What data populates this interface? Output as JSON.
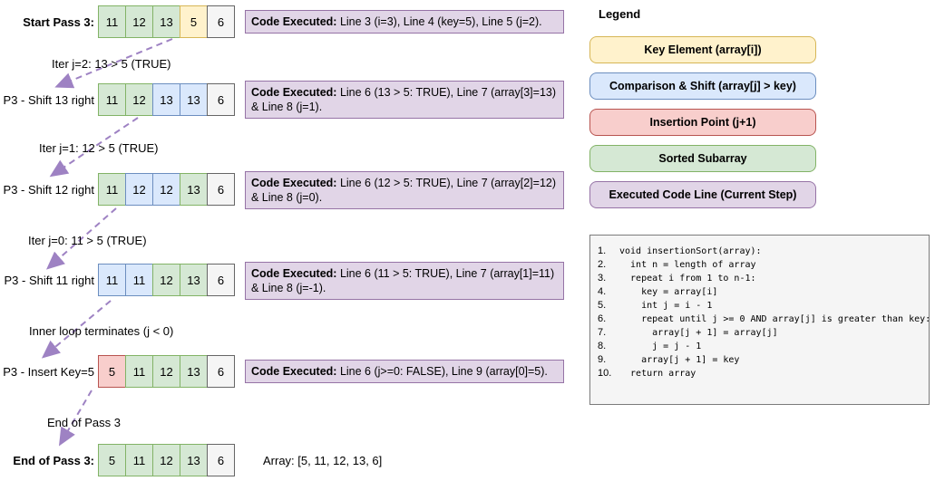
{
  "colors": {
    "sorted": {
      "fill": "#d5e8d4",
      "border": "#82b366"
    },
    "key": {
      "fill": "#fff2cc",
      "border": "#d6b656"
    },
    "shift": {
      "fill": "#dae8fc",
      "border": "#6c8ebf"
    },
    "insert": {
      "fill": "#f8cecc",
      "border": "#b85450"
    },
    "plain": {
      "fill": "#f5f5f5",
      "border": "#666666"
    },
    "executed": {
      "fill": "#e1d5e7",
      "border": "#9673a6"
    },
    "arrow": "#9e82c3"
  },
  "steps": [
    {
      "label": "Start Pass 3:",
      "bold": true,
      "cells": [
        {
          "value": "11",
          "type": "sorted"
        },
        {
          "value": "12",
          "type": "sorted"
        },
        {
          "value": "13",
          "type": "sorted"
        },
        {
          "value": "5",
          "type": "key"
        },
        {
          "value": "6",
          "type": "plain"
        }
      ],
      "code_prefix": "Code Executed:",
      "code_lines": [
        "Line 3 (i=3), Line 4 (key=5), Line 5 (j=2)."
      ]
    },
    {
      "label": "P3 - Shift 13 right",
      "bold": false,
      "cells": [
        {
          "value": "11",
          "type": "sorted"
        },
        {
          "value": "12",
          "type": "sorted"
        },
        {
          "value": "13",
          "type": "shift"
        },
        {
          "value": "13",
          "type": "shift"
        },
        {
          "value": "6",
          "type": "plain"
        }
      ],
      "code_prefix": "Code Executed:",
      "code_lines": [
        "Line 6 (13 > 5: TRUE), Line 7 (array[3]=13)",
        "& Line 8 (j=1)."
      ]
    },
    {
      "label": "P3 - Shift 12 right",
      "bold": false,
      "cells": [
        {
          "value": "11",
          "type": "sorted"
        },
        {
          "value": "12",
          "type": "shift"
        },
        {
          "value": "12",
          "type": "shift"
        },
        {
          "value": "13",
          "type": "sorted"
        },
        {
          "value": "6",
          "type": "plain"
        }
      ],
      "code_prefix": "Code Executed:",
      "code_lines": [
        "Line 6 (12 > 5: TRUE), Line 7 (array[2]=12)",
        "& Line 8 (j=0)."
      ]
    },
    {
      "label": "P3 - Shift 11 right",
      "bold": false,
      "cells": [
        {
          "value": "11",
          "type": "shift"
        },
        {
          "value": "11",
          "type": "shift"
        },
        {
          "value": "12",
          "type": "sorted"
        },
        {
          "value": "13",
          "type": "sorted"
        },
        {
          "value": "6",
          "type": "plain"
        }
      ],
      "code_prefix": "Code Executed:",
      "code_lines": [
        "Line 6 (11 > 5: TRUE), Line 7 (array[1]=11)",
        "& Line 8 (j=-1)."
      ]
    },
    {
      "label": "P3 - Insert Key=5",
      "bold": false,
      "cells": [
        {
          "value": "5",
          "type": "insert"
        },
        {
          "value": "11",
          "type": "sorted"
        },
        {
          "value": "12",
          "type": "sorted"
        },
        {
          "value": "13",
          "type": "sorted"
        },
        {
          "value": "6",
          "type": "plain"
        }
      ],
      "code_prefix": "Code Executed:",
      "code_lines": [
        "Line 6 (j>=0: FALSE), Line 9 (array[0]=5)."
      ]
    },
    {
      "label": "End of Pass 3:",
      "bold": true,
      "cells": [
        {
          "value": "5",
          "type": "sorted"
        },
        {
          "value": "11",
          "type": "sorted"
        },
        {
          "value": "12",
          "type": "sorted"
        },
        {
          "value": "13",
          "type": "sorted"
        },
        {
          "value": "6",
          "type": "plain"
        }
      ],
      "result_text": "Array: [5, 11, 12, 13, 6]"
    }
  ],
  "transitions": [
    {
      "label": "Iter j=2: 13 > 5 (TRUE)"
    },
    {
      "label": "Iter j=1: 12 > 5 (TRUE)"
    },
    {
      "label": "Iter j=0: 11 > 5 (TRUE)"
    },
    {
      "label": "Inner loop terminates (j < 0)"
    },
    {
      "label": "End of Pass 3"
    }
  ],
  "legend": {
    "title": "Legend",
    "items": [
      {
        "label": "Key Element (array[i])",
        "type": "key"
      },
      {
        "label": "Comparison & Shift (array[j] > key)",
        "type": "shift"
      },
      {
        "label": "Insertion Point (j+1)",
        "type": "insert"
      },
      {
        "label": "Sorted Subarray",
        "type": "sorted"
      },
      {
        "label": "Executed Code Line (Current Step)",
        "type": "executed"
      }
    ]
  },
  "pseudocode": {
    "lines": [
      {
        "num": "1.",
        "code": "void insertionSort(array):"
      },
      {
        "num": "2.",
        "code": "  int n = length of array"
      },
      {
        "num": "3.",
        "code": "  repeat i from 1 to n-1:"
      },
      {
        "num": "4.",
        "code": "    key = array[i]"
      },
      {
        "num": "5.",
        "code": "    int j = i - 1"
      },
      {
        "num": "6.",
        "code": "    repeat until j >= 0 AND array[j] is greater than key:"
      },
      {
        "num": "7.",
        "code": "      array[j + 1] = array[j]"
      },
      {
        "num": "8.",
        "code": "      j = j - 1"
      },
      {
        "num": "9.",
        "code": "    array[j + 1] = key"
      },
      {
        "num": "10.",
        "code": "  return array"
      }
    ]
  }
}
